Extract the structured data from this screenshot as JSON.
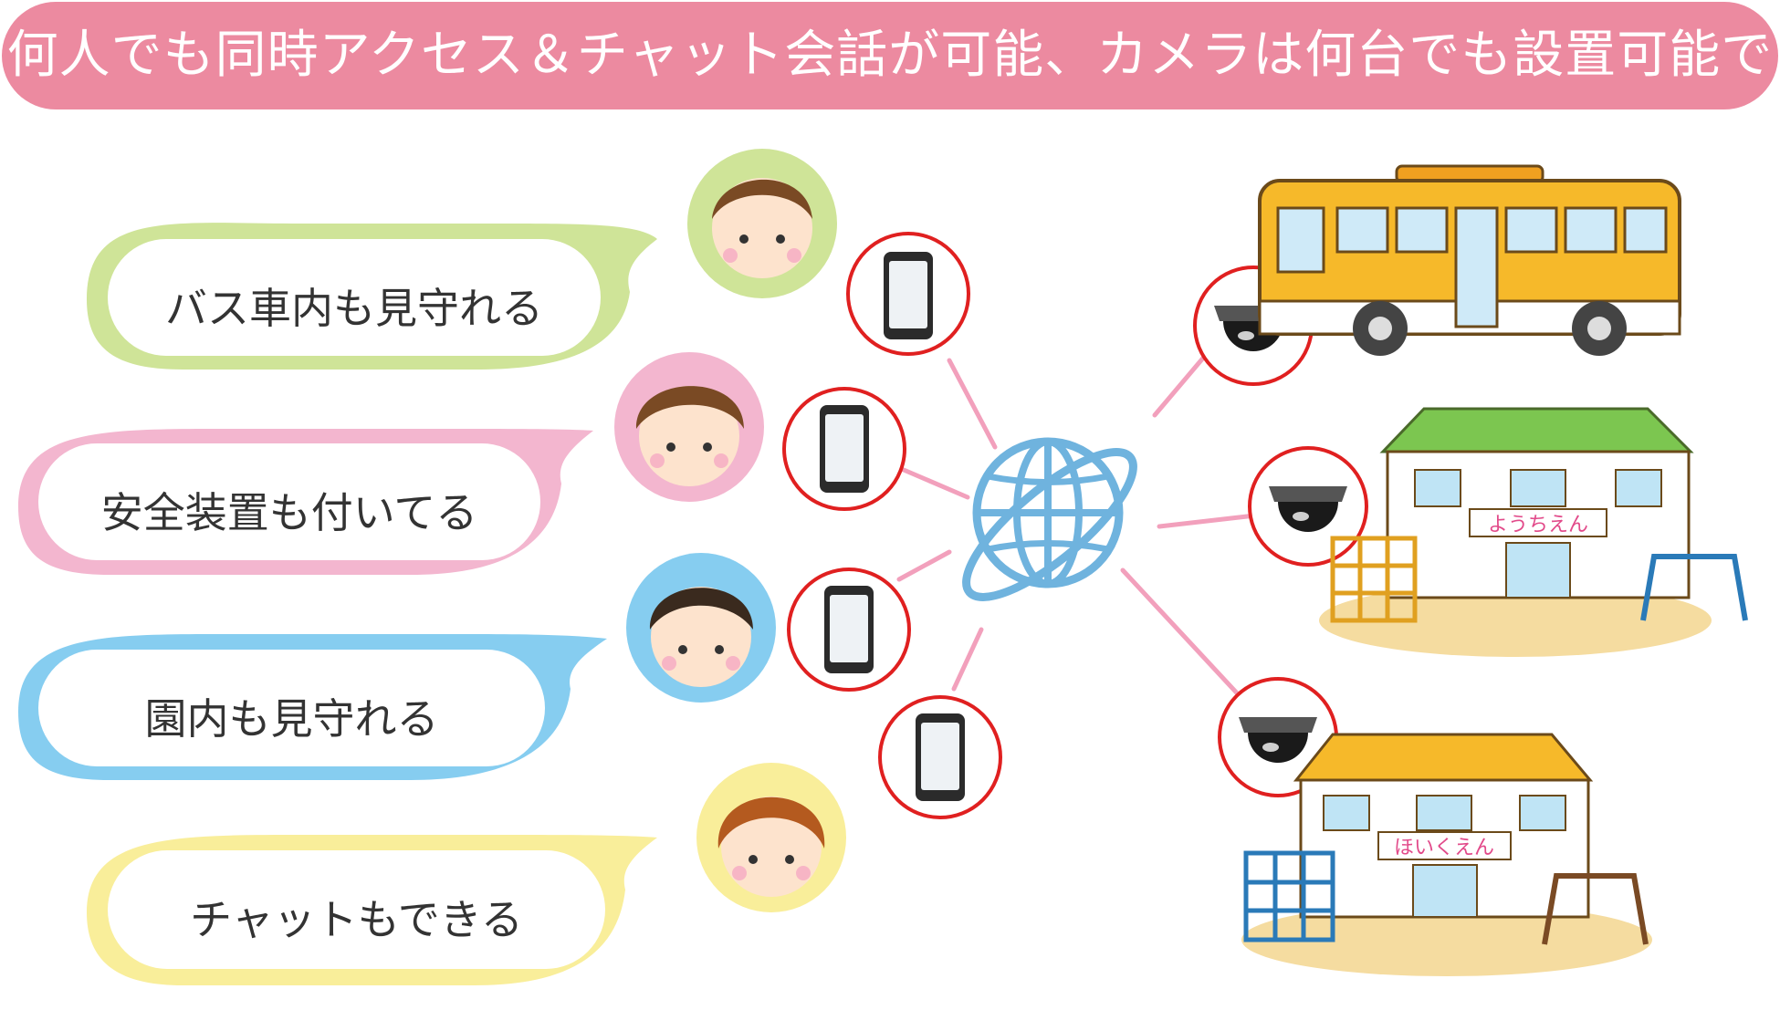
{
  "banner": {
    "text": "何人でも同時アクセス＆チャット会話が可能、カメラは何台でも設置可能です"
  },
  "bubbles": [
    {
      "text": "バス車内も見守れる",
      "color": "#cfe498"
    },
    {
      "text": "安全装置も付いてる",
      "color": "#f3b6cf"
    },
    {
      "text": "園内も見守れる",
      "color": "#86cdf0"
    },
    {
      "text": "チャットもできる",
      "color": "#f9ee9a"
    }
  ],
  "avatars": [
    {
      "bg": "#cfe498"
    },
    {
      "bg": "#f3b6cf"
    },
    {
      "bg": "#86cdf0"
    },
    {
      "bg": "#f9ee9a"
    }
  ],
  "buildings": {
    "kindergarten_sign": "ようちえん",
    "nursery_sign": "ほいくえん"
  },
  "colors": {
    "banner": "#ec8aa0",
    "ring": "#e02020",
    "link": "#f2a0bc",
    "globe": "#6fb3de"
  }
}
